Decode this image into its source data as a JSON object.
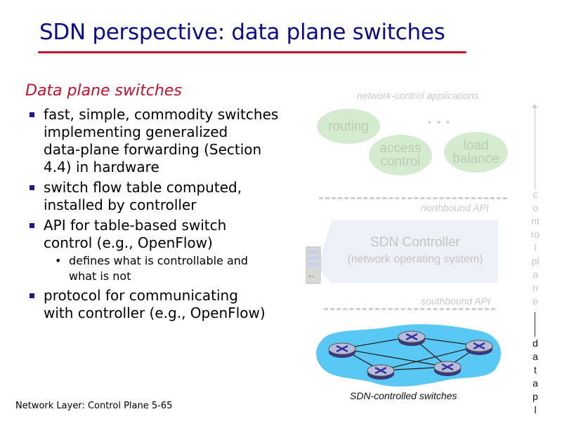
{
  "title": "SDN perspective: data plane switches",
  "subhead": "Data plane switches",
  "bullets": [
    {
      "lines": [
        "fast, simple, commodity switches",
        "implementing generalized",
        "data-plane forwarding (Section",
        "4.4) in hardware"
      ]
    },
    {
      "lines": [
        "switch flow table computed,",
        "installed by controller"
      ]
    },
    {
      "lines": [
        "API for table-based switch",
        "control (e.g., OpenFlow)"
      ],
      "sub": [
        {
          "lines": [
            "defines what is controllable and",
            "what is not"
          ]
        }
      ]
    },
    {
      "lines": [
        "protocol for communicating",
        "with controller (e.g., OpenFlow)"
      ]
    }
  ],
  "footer": "Network Layer: Control Plane  5-65",
  "diagram": {
    "apps_label": "network-control applications",
    "apps": {
      "routing": "routing",
      "access": [
        "access",
        "control"
      ],
      "load": [
        "load",
        "balance"
      ],
      "ellipsis": ". . ."
    },
    "northbound": "northbound API",
    "controller": {
      "title": "SDN Controller",
      "subtitle": "(network operating system)"
    },
    "southbound": "southbound API",
    "switches_label": "SDN-controlled switches",
    "control_plane_chars": [
      "c",
      "o",
      "nt",
      "ro",
      "l",
      "pl",
      "a",
      "n",
      "e"
    ],
    "data_plane_chars": [
      "d",
      "a",
      "t",
      "a",
      "p",
      "l"
    ]
  },
  "colors": {
    "title": "#0d0d8c",
    "accent": "#c8102e",
    "cloud": "#5ac8f5",
    "switch": "#5a5aa8"
  }
}
